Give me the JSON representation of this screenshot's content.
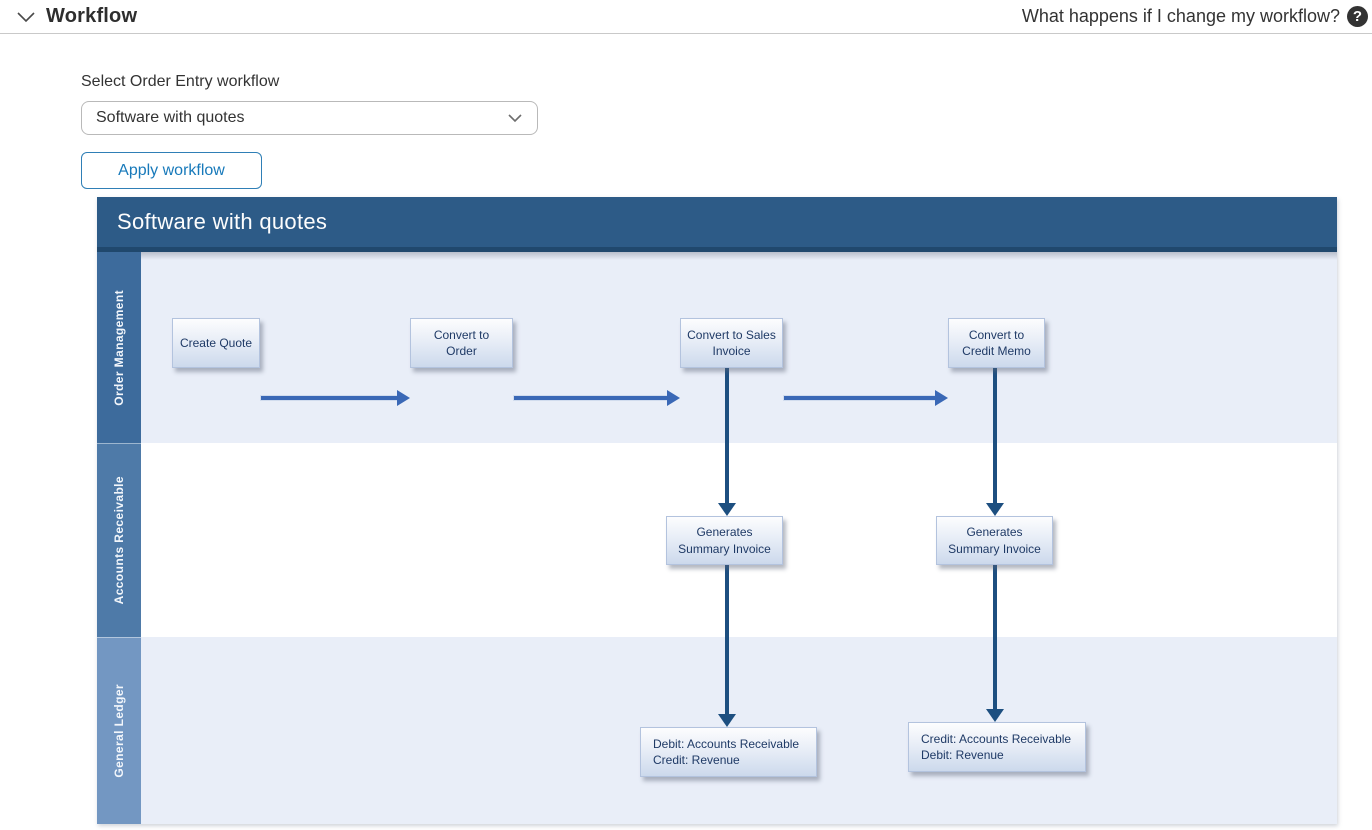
{
  "page": {
    "title": "Workflow",
    "help_text": "What happens if I change my workflow?",
    "help_icon_glyph": "?"
  },
  "form": {
    "select_label": "Select Order Entry workflow",
    "select_value": "Software with quotes",
    "apply_button_label": "Apply workflow"
  },
  "diagram": {
    "title": "Software with quotes",
    "lanes": [
      {
        "label": "Order Management"
      },
      {
        "label": "Accounts Receivable"
      },
      {
        "label": "General Ledger"
      }
    ],
    "nodes": [
      {
        "id": "create-quote",
        "lane": "Order Management",
        "label": "Create Quote"
      },
      {
        "id": "convert-to-order",
        "lane": "Order Management",
        "label": "Convert to Order"
      },
      {
        "id": "convert-to-sales-invoice",
        "lane": "Order Management",
        "label": "Convert to Sales Invoice"
      },
      {
        "id": "convert-to-credit-memo",
        "lane": "Order Management",
        "label": "Convert to Credit Memo"
      },
      {
        "id": "generates-summary-invoice-left",
        "lane": "Accounts Receivable",
        "label": "Generates Summary Invoice"
      },
      {
        "id": "generates-summary-invoice-right",
        "lane": "Accounts Receivable",
        "label": "Generates Summary Invoice"
      },
      {
        "id": "gl-debit-ar-credit-revenue",
        "lane": "General Ledger",
        "line1": "Debit: Accounts Receivable",
        "line2": "Credit: Revenue"
      },
      {
        "id": "gl-credit-ar-debit-revenue",
        "lane": "General Ledger",
        "line1": "Credit: Accounts Receivable",
        "line2": "Debit: Revenue"
      }
    ],
    "edges": [
      {
        "from": "create-quote",
        "to": "convert-to-order",
        "direction": "right"
      },
      {
        "from": "convert-to-order",
        "to": "convert-to-sales-invoice",
        "direction": "right"
      },
      {
        "from": "convert-to-sales-invoice",
        "to": "convert-to-credit-memo",
        "direction": "right"
      },
      {
        "from": "convert-to-sales-invoice",
        "to": "generates-summary-invoice-left",
        "direction": "down"
      },
      {
        "from": "generates-summary-invoice-left",
        "to": "gl-debit-ar-credit-revenue",
        "direction": "down"
      },
      {
        "from": "convert-to-credit-memo",
        "to": "generates-summary-invoice-right",
        "direction": "down"
      },
      {
        "from": "generates-summary-invoice-right",
        "to": "gl-credit-ar-debit-revenue",
        "direction": "down"
      }
    ],
    "colors": {
      "header_bar": "#2d5b87",
      "header_strip": "#20486d",
      "lane_label_order_management": "#3d6b9c",
      "lane_label_accounts_receivable": "#4e7aa8",
      "lane_label_general_ledger": "#7397c2",
      "lane_band_light": "#e9eef8",
      "lane_band_white": "#ffffff",
      "arrow_horizontal": "#3a68b6",
      "arrow_vertical": "#1d4f80",
      "accent_blue": "#1779ba"
    }
  }
}
